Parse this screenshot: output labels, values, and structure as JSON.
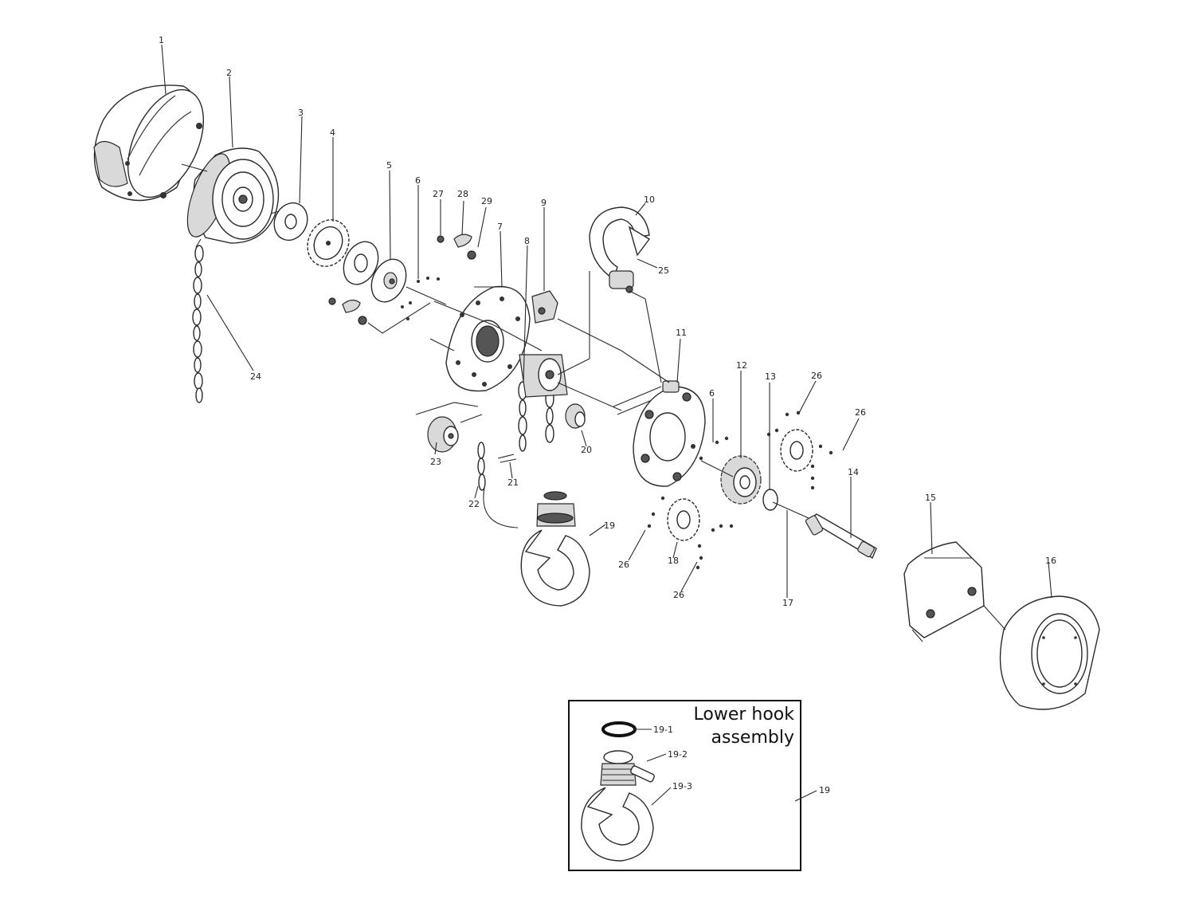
{
  "inset": {
    "title_line1": "Lower hook",
    "title_line2": "assembly",
    "labels": [
      "19-1",
      "19-2",
      "19-3",
      "19"
    ]
  },
  "callouts": [
    "1",
    "2",
    "3",
    "4",
    "5",
    "6",
    "27",
    "28",
    "29",
    "7",
    "8",
    "9",
    "10",
    "25",
    "24",
    "11",
    "6",
    "12",
    "13",
    "26",
    "26",
    "23",
    "20",
    "21",
    "22",
    "19",
    "14",
    "18",
    "26",
    "26",
    "17",
    "15",
    "16"
  ]
}
